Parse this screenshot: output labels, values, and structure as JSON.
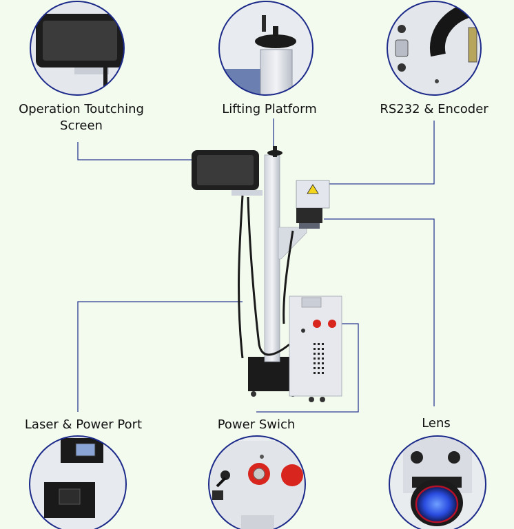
{
  "labels": {
    "touch_screen_line1": "Operation Toutching",
    "touch_screen_line2": "Screen",
    "lifting_platform": "Lifting Platform",
    "rs232_encoder": "RS232 & Encoder",
    "laser_power_port": "Laser & Power Port",
    "power_switch": "Power Swich",
    "lens": "Lens"
  },
  "colors": {
    "background": "#f3fbef",
    "leader_line": "#2a3a8f",
    "circle_border": "#1c2a8a",
    "machine_frame": "#d9dce3",
    "machine_dark": "#1b1b1b",
    "cabinet": "#e6e8ee",
    "switch_red": "#d8251e",
    "lens_blue": "#2a4ce0"
  },
  "icons": [
    "screen-icon",
    "handwheel-icon",
    "connector-icon",
    "power-port-icon",
    "key-switch-icon",
    "lens-icon",
    "laser-warning-icon"
  ]
}
